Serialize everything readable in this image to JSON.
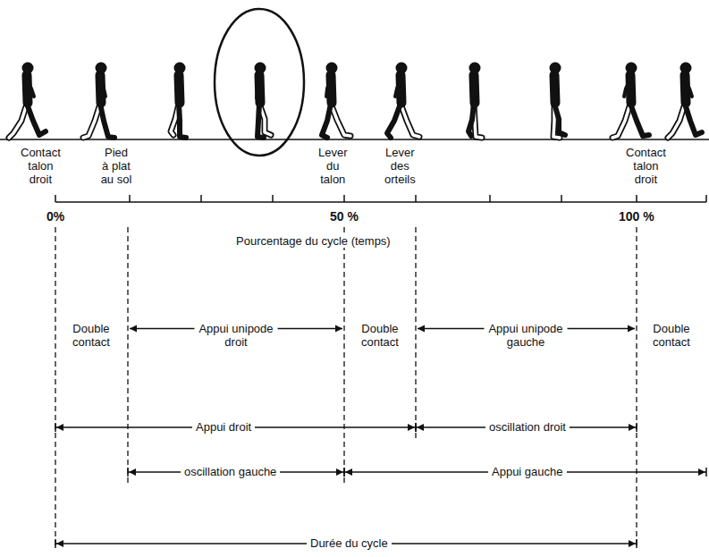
{
  "diagram": {
    "labels": [
      "Contact talon droit",
      "Pied à plat au sol",
      "Lever du talon",
      "Lever des orteils",
      "Contact talon droit",
      "0%",
      "50 %",
      "100 %",
      "Pourcentage du cycle (temps)",
      "Double contact",
      "Appui unipode droit",
      "Double contact",
      "Appui unipode gauche",
      "Double contact",
      "Appui droit",
      "oscillation droit",
      "oscillation gauche",
      "Appui gauche",
      "Durée du cycle"
    ]
  }
}
